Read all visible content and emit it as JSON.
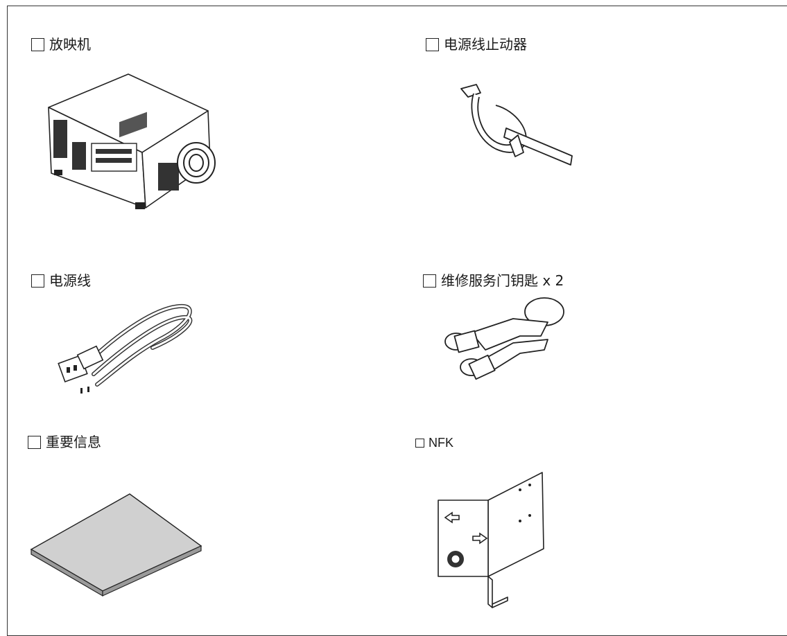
{
  "items": [
    {
      "label": "放映机"
    },
    {
      "label": "电源线止动器"
    },
    {
      "label": "电源线"
    },
    {
      "label": "维修服务门钥匙 x 2"
    },
    {
      "label": "重要信息"
    },
    {
      "label": "NFK"
    }
  ],
  "illustrations": {
    "projector": "projector-illustration",
    "cable_stopper": "power-cord-stopper-illustration",
    "power_cord": "power-cord-illustration",
    "keys": "service-door-keys-illustration",
    "booklet": "important-info-booklet-illustration",
    "nfk": "nfk-bracket-illustration"
  }
}
